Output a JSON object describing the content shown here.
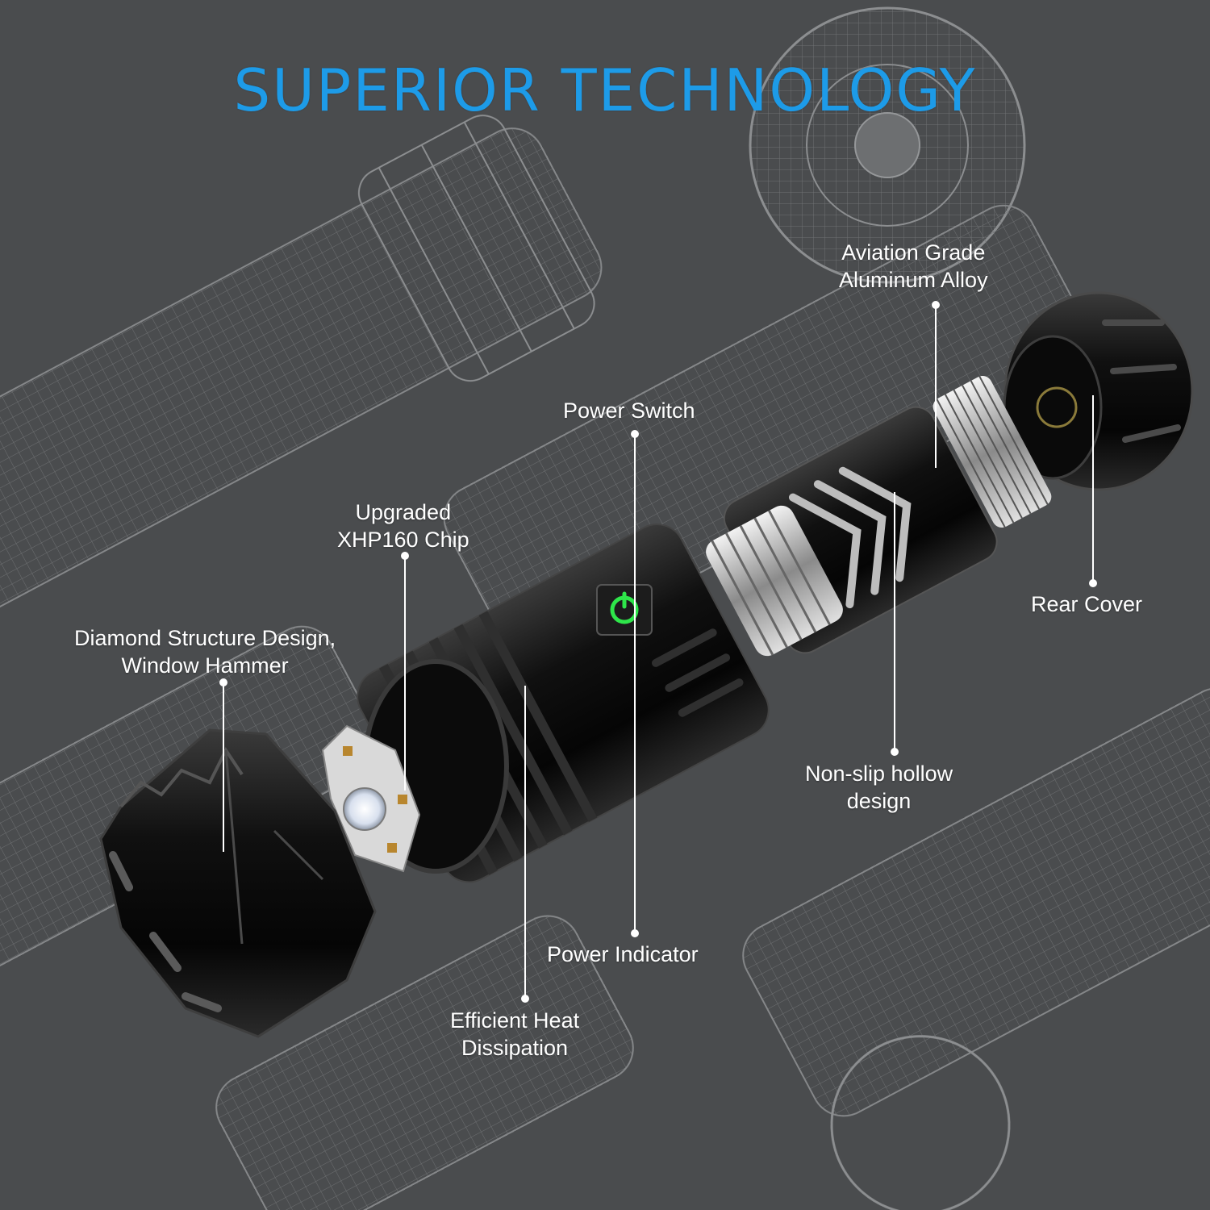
{
  "title": "SUPERIOR TECHNOLOGY",
  "colors": {
    "background": "#4a4c4e",
    "title": "#1d9be8",
    "wireframe": "#9a9c9e",
    "body": "#151515",
    "power_indicator": "#2ee64a"
  },
  "callouts": [
    {
      "id": "aviation-alloy",
      "lines": [
        "Aviation Grade",
        "Aluminum Alloy"
      ]
    },
    {
      "id": "power-switch",
      "lines": [
        "Power Switch"
      ]
    },
    {
      "id": "upgraded-chip",
      "lines": [
        "Upgraded",
        "XHP160 Chip"
      ]
    },
    {
      "id": "diamond-structure",
      "lines": [
        "Diamond Structure Design,",
        "Window  Hammer"
      ]
    },
    {
      "id": "rear-cover",
      "lines": [
        "Rear Cover"
      ]
    },
    {
      "id": "non-slip",
      "lines": [
        "Non-slip hollow",
        "design"
      ]
    },
    {
      "id": "power-indicator",
      "lines": [
        "Power Indicator"
      ]
    },
    {
      "id": "heat-dissipation",
      "lines": [
        "Efficient Heat",
        "Dissipation"
      ]
    }
  ],
  "icons": [
    "power-icon"
  ]
}
